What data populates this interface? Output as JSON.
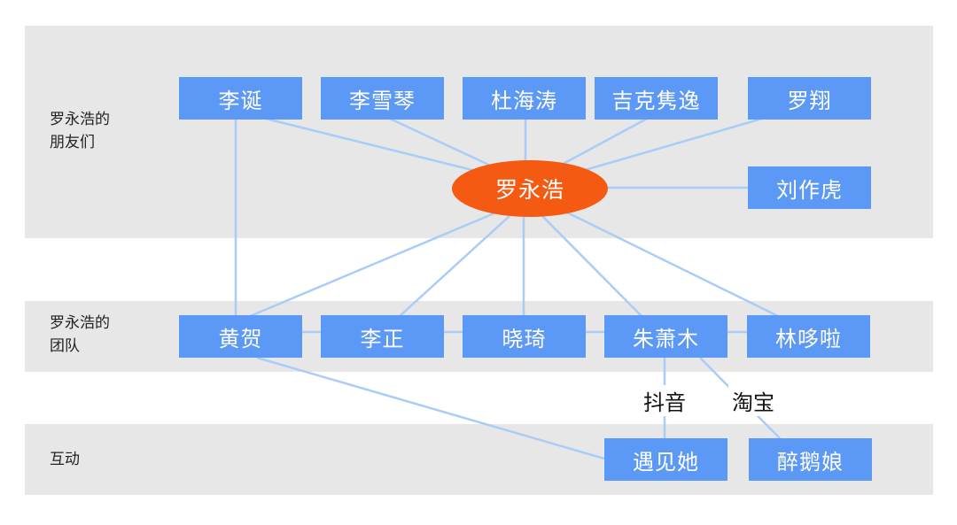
{
  "bands": {
    "friends": "罗永浩的\n朋友们",
    "team": "罗永浩的\n团队",
    "interact": "互动"
  },
  "center": "罗永浩",
  "friends": [
    "李诞",
    "李雪琴",
    "杜海涛",
    "吉克隽逸",
    "罗翔",
    "刘作虎"
  ],
  "team": [
    "黄贺",
    "李正",
    "晓琦",
    "朱萧木",
    "林哆啦"
  ],
  "interact": [
    "遇见她",
    "醉鹅娘"
  ],
  "edge_labels": [
    "抖音",
    "淘宝"
  ],
  "colors": {
    "node": "#5c98f5",
    "center": "#f45a12",
    "edge": "#a9cdf7",
    "band": "#e7e7e7"
  }
}
